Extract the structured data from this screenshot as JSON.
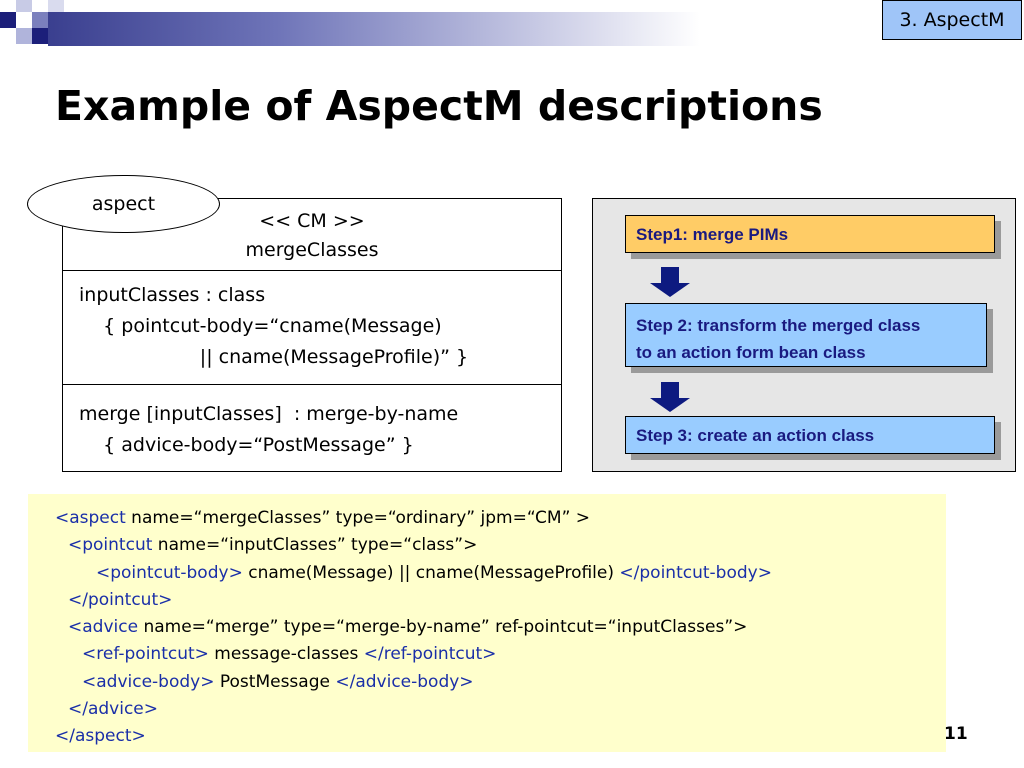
{
  "header": {
    "section_tag": "3. AspectM",
    "title": "Example of AspectM descriptions"
  },
  "cm_box": {
    "ellipse_label": "aspect",
    "head_lines": [
      "<< CM >>",
      "mergeClasses"
    ],
    "section2_lines": [
      "inputClasses : class",
      "    { pointcut-body=“cname(Message)",
      "                    || cname(MessageProfile)” }"
    ],
    "section3_lines": [
      "merge [inputClasses]  : merge-by-name",
      "    { advice-body=“PostMessage” }"
    ]
  },
  "steps": {
    "step1": "Step1: merge PIMs",
    "step2_line1": "Step 2: transform the merged class",
    "step2_line2": "to an action form bean class",
    "step3": "Step 3: create an action class",
    "colors": {
      "step1": "#ffcc66",
      "step2": "#99ccff",
      "step3": "#99ccff",
      "arrow": "#0d1a80"
    }
  },
  "xml": {
    "line1_tag": "<aspect",
    "line1_rest": " name=“mergeClasses” type=“ordinary” jpm=“CM” >",
    "line2_tag": "<pointcut",
    "line2_rest": " name=“inputClasses” type=“class”>",
    "line3_open": "<pointcut-body>",
    "line3_text": " cname(Message) || cname(MessageProfile) ",
    "line3_close": "</pointcut-body>",
    "line4_tag": "</pointcut>",
    "line5_tag": "<advice",
    "line5_rest": " name=“merge” type=“merge-by-name” ref-pointcut=“inputClasses”>",
    "line6_open": "<ref-pointcut>",
    "line6_text": " message-classes ",
    "line6_close": "</ref-pointcut>",
    "line7_open": "<advice-body>",
    "line7_text": " PostMessage ",
    "line7_close": "</advice-body>",
    "line8_tag": "</advice>",
    "line9_tag": "</aspect>"
  },
  "page_number": "11"
}
